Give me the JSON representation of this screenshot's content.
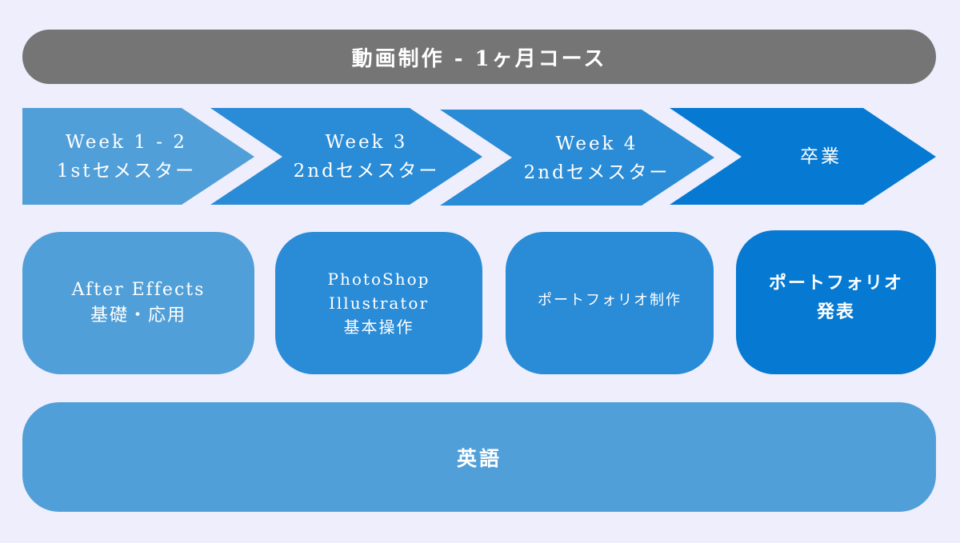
{
  "header": {
    "title": "動画制作 - 1ヶ月コース"
  },
  "colors": {
    "background": "#eeeefc",
    "header": "#757575",
    "light": "#519fd8",
    "mid": "#2a8bd6",
    "dark": "#0679d2"
  },
  "stages": [
    {
      "line1": "Week 1 - 2",
      "line2": "1stセメスター"
    },
    {
      "line1": "Week 3",
      "line2": "2ndセメスター"
    },
    {
      "line1": "Week 4",
      "line2": "2ndセメスター"
    },
    {
      "line1": "卒業"
    }
  ],
  "boxes": [
    {
      "lines": [
        "After Effects",
        "基礎・応用"
      ]
    },
    {
      "lines": [
        "PhotoShop",
        "Illustrator",
        "基本操作"
      ]
    },
    {
      "lines": [
        "ポートフォリオ制作"
      ]
    },
    {
      "lines": [
        "ポートフォリオ",
        "発表"
      ]
    }
  ],
  "footer": {
    "label": "英語"
  }
}
